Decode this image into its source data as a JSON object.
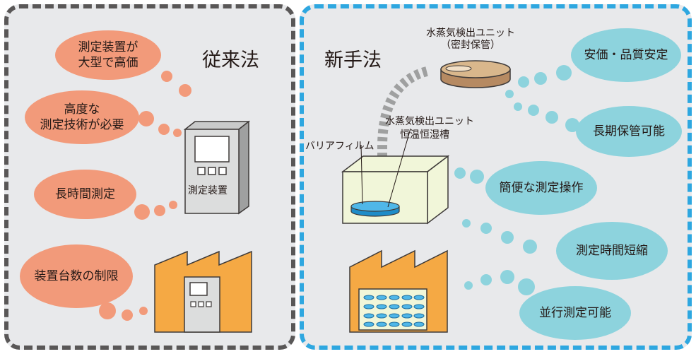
{
  "conventional": {
    "title": "従来法",
    "bubbles": [
      "測定装置が\n大型で高価",
      "高度な\n測定技術が必要",
      "長時間測定",
      "装置台数の制限"
    ],
    "device_label": "測定装置"
  },
  "new_method": {
    "title": "新手法",
    "unit_sealed_label": "水蒸気検出ユニット\n（密封保管）",
    "unit_label": "水蒸気検出ユニット",
    "chamber_label": "恒温恒湿槽",
    "film_label": "バリアフィルム",
    "bubbles": [
      "安価・品質安定",
      "長期保管可能",
      "簡便な測定操作",
      "測定時間短縮",
      "並行測定可能"
    ]
  },
  "colors": {
    "orange_bubble": "#f29a7a",
    "cyan_bubble": "#8dd3dd",
    "old_border": "#595757",
    "new_border": "#2ea7e0",
    "factory": "#f5a944",
    "chamber": "#f1f6d9"
  }
}
